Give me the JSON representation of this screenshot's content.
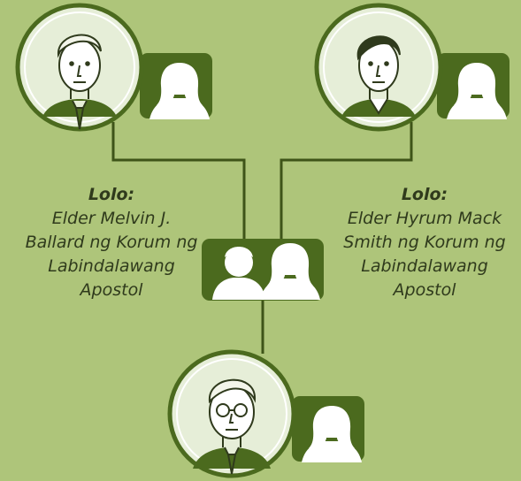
{
  "captions": {
    "left": {
      "role": "Lolo:",
      "name": "Elder Melvin J. Ballard ng Korum ng Labindalawang Apostol"
    },
    "right": {
      "role": "Lolo:",
      "name": "Elder Hyrum Mack Smith ng Korum ng Labindalawang Apostol"
    }
  },
  "colors": {
    "background": "#aec57a",
    "dark_green": "#4b6a1e",
    "line": "#3e5418",
    "portrait_bg": "#e6eed8",
    "text": "#2f3a1c"
  },
  "icons": {
    "portrait_left": "man-portrait-icon",
    "portrait_right": "man-portrait-icon",
    "portrait_bottom": "man-with-glasses-portrait-icon",
    "spouse_placeholder": "woman-silhouette-icon",
    "couple_placeholder": "couple-silhouette-icon"
  }
}
